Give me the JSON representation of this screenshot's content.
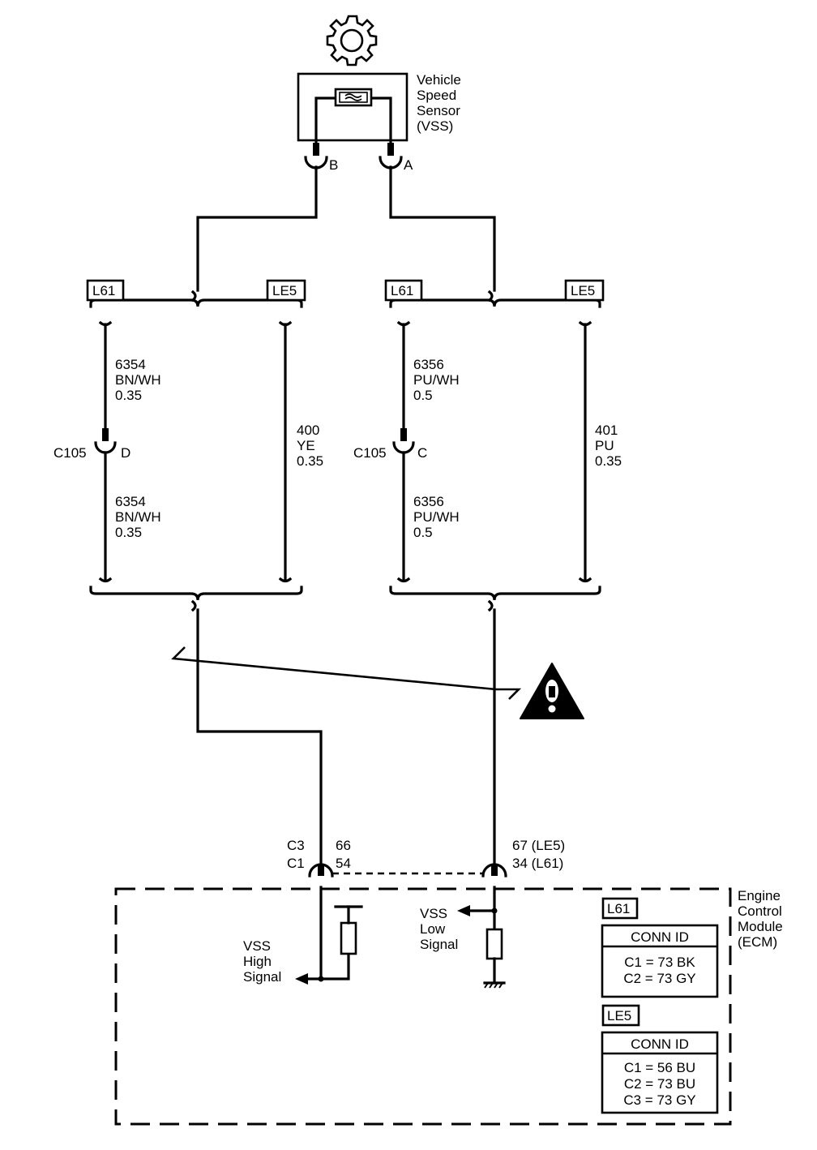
{
  "sensor": {
    "label_lines": [
      "Vehicle",
      "Speed",
      "Sensor",
      "(VSS)"
    ],
    "pin_b": "B",
    "pin_a": "A"
  },
  "left_harness": {
    "option_left": "L61",
    "option_right": "LE5",
    "l61_upper": [
      "6354",
      "BN/WH",
      "0.35"
    ],
    "connector": "C105",
    "connector_pin": "D",
    "l61_lower": [
      "6354",
      "BN/WH",
      "0.35"
    ],
    "le5_wire": [
      "400",
      "YE",
      "0.35"
    ]
  },
  "right_harness": {
    "option_left": "L61",
    "option_right": "LE5",
    "l61_upper": [
      "6356",
      "PU/WH",
      "0.5"
    ],
    "connector": "C105",
    "connector_pin": "C",
    "l61_lower": [
      "6356",
      "PU/WH",
      "0.5"
    ],
    "le5_wire": [
      "401",
      "PU",
      "0.35"
    ]
  },
  "ecm": {
    "high_conn_top": "C3",
    "high_conn_bottom": "C1",
    "high_pin_top": "66",
    "high_pin_bottom": "54",
    "low_pin_top": "67 (LE5)",
    "low_pin_bottom": "34 (L61)",
    "high_signal_lines": [
      "VSS",
      "High",
      "Signal"
    ],
    "low_signal_lines": [
      "VSS",
      "Low",
      "Signal"
    ],
    "label_lines": [
      "Engine",
      "Control",
      "Module",
      "(ECM)"
    ],
    "table_l61": {
      "tag": "L61",
      "header": "CONN ID",
      "rows": [
        "C1 = 73 BK",
        "C2 = 73 GY"
      ]
    },
    "table_le5": {
      "tag": "LE5",
      "header": "CONN ID",
      "rows": [
        "C1 = 56 BU",
        "C2 = 73 BU",
        "C3 = 73 GY"
      ]
    }
  }
}
